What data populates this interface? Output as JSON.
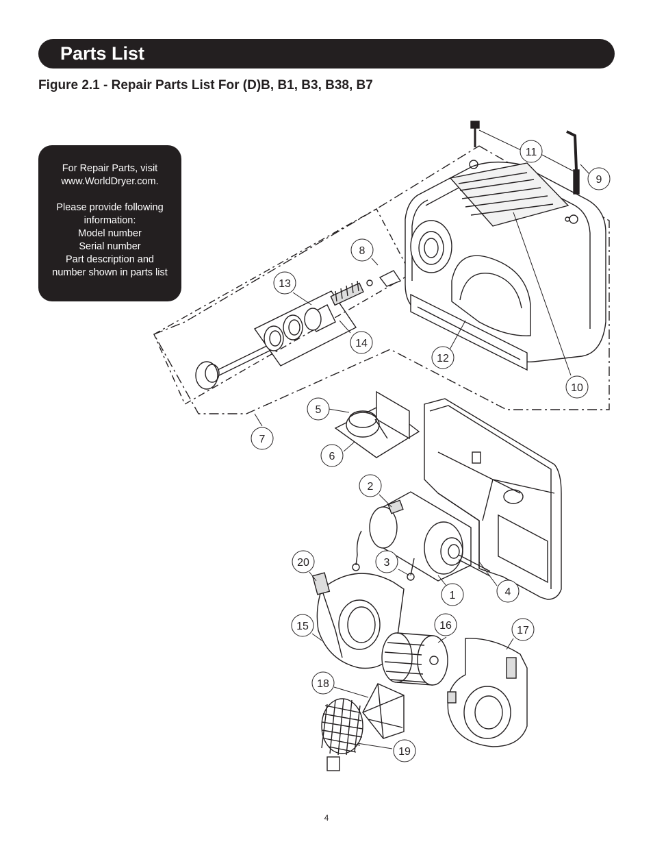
{
  "header": {
    "title": "Parts List"
  },
  "figure": {
    "caption": "Figure 2.1 - Repair Parts List For (D)B, B1, B3, B38, B7"
  },
  "info_box": {
    "lines_top": [
      "For Repair Parts, visit",
      "www.WorldDryer.com."
    ],
    "lines_bottom": [
      "Please provide following",
      "information:",
      "Model number",
      "Serial number",
      "Part description and",
      "number shown in parts list"
    ]
  },
  "callouts": [
    "1",
    "2",
    "3",
    "4",
    "5",
    "6",
    "7",
    "8",
    "9",
    "10",
    "11",
    "12",
    "13",
    "14",
    "15",
    "16",
    "17",
    "18",
    "19",
    "20"
  ],
  "page": {
    "number": "4"
  }
}
